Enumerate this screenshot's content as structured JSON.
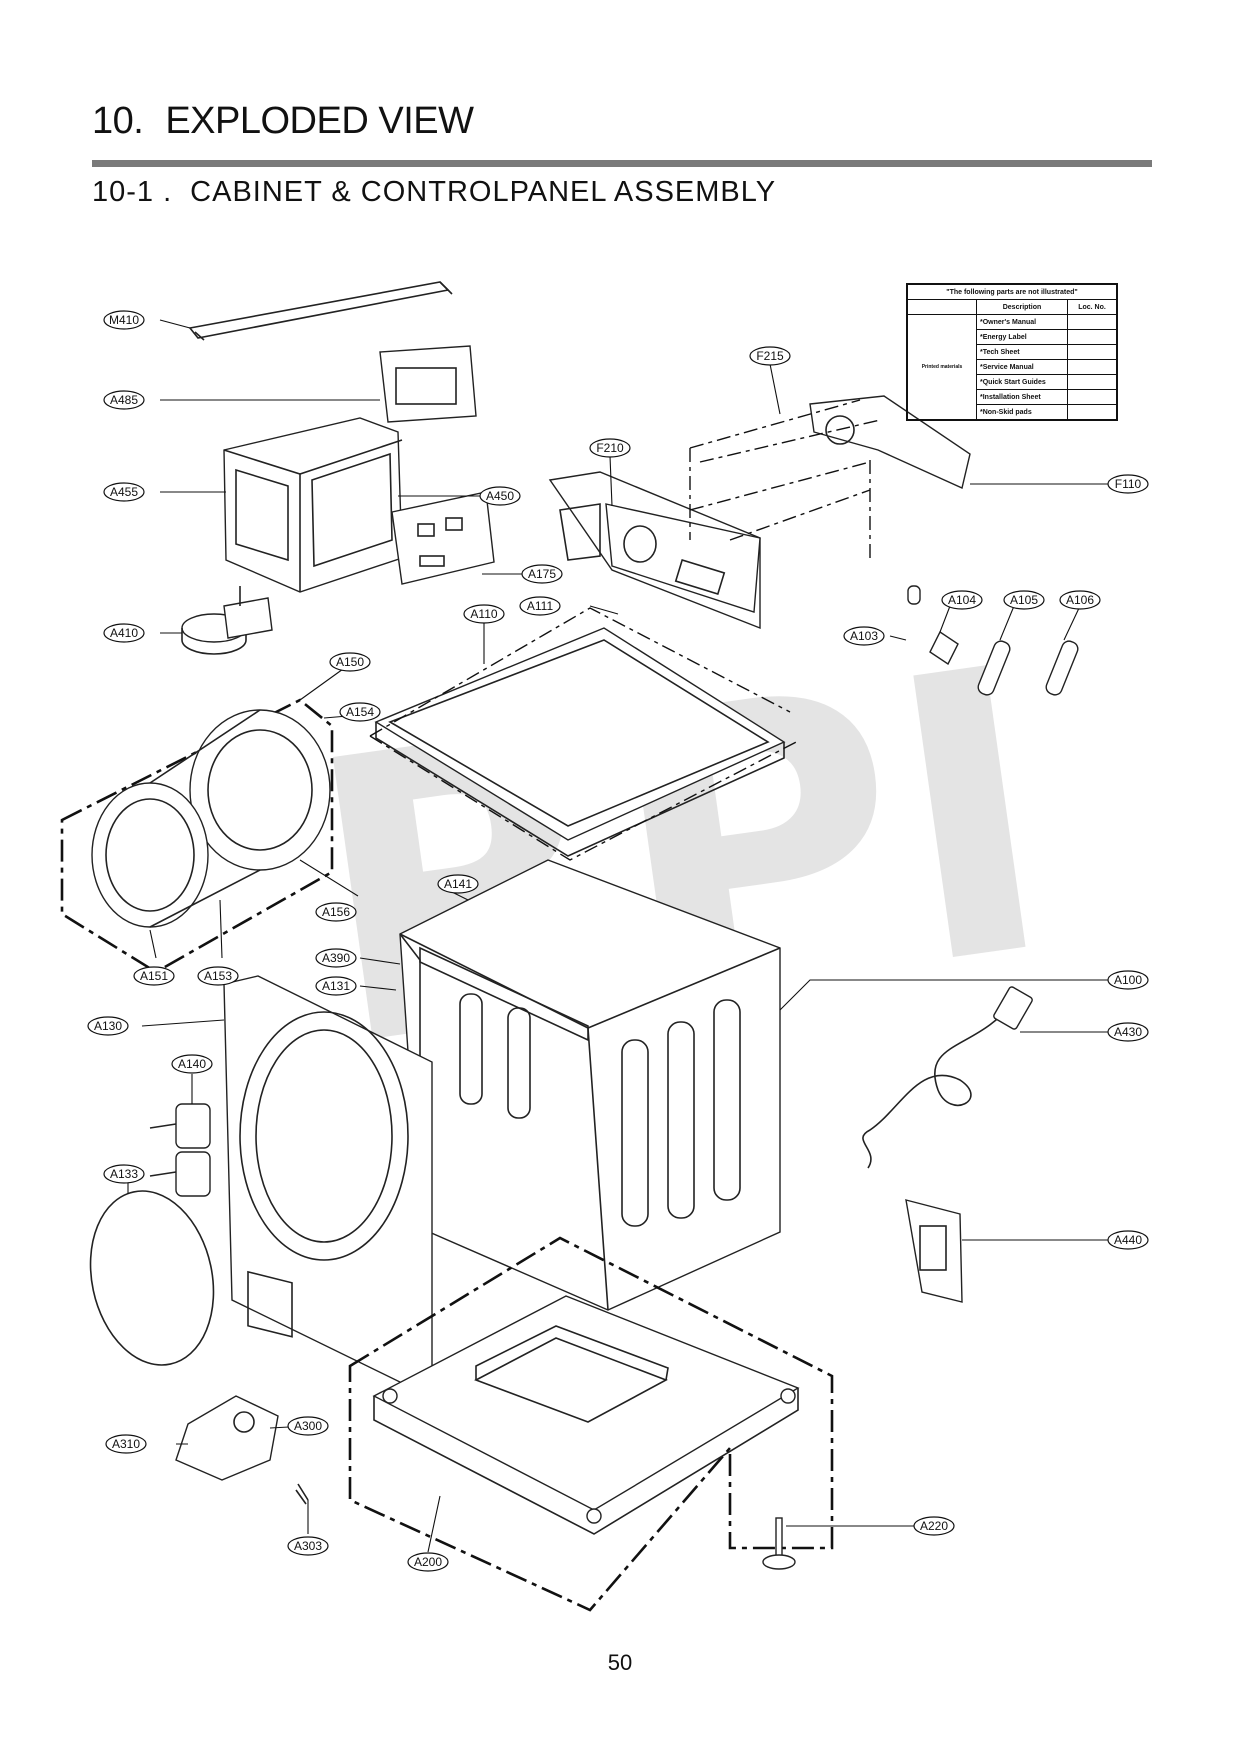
{
  "heading": {
    "number": "10.",
    "title": "EXPLODED VIEW"
  },
  "subheading": {
    "number": "10-1 .",
    "title": "CABINET  & CONTROLPANEL ASSEMBLY"
  },
  "watermark": "RPI",
  "parts_table": {
    "caption": "\"The following parts are not illustrated\"",
    "col_description": "Description",
    "col_loc": "Loc. No.",
    "group": "Printed materials",
    "items": [
      "*Owner's Manual",
      "*Energy Label",
      "*Tech Sheet",
      "*Service Manual",
      "*Quick Start Guides",
      "*Installation Sheet",
      "*Non-Skid pads"
    ]
  },
  "labels": [
    "M410",
    "A485",
    "A455",
    "A450",
    "A175",
    "A410",
    "F215",
    "F210",
    "F110",
    "A111",
    "A110",
    "A104",
    "A105",
    "A106",
    "A103",
    "A150",
    "A154",
    "A156",
    "A151",
    "A153",
    "A141",
    "A390",
    "A131",
    "A130",
    "A100",
    "A430",
    "A140",
    "A133",
    "A440",
    "A300",
    "A310",
    "A303",
    "A200",
    "A220"
  ],
  "page_number": "50"
}
